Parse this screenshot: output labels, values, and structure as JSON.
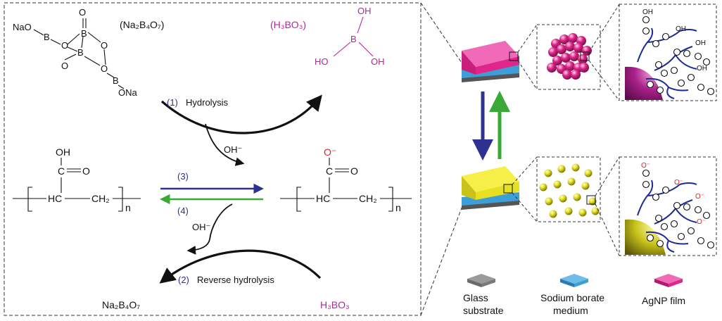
{
  "colors": {
    "black": "#111111",
    "purple": "#b0279c",
    "blue_arrow": "#2e3192",
    "green_arrow": "#3aa935",
    "red": "#e0202a",
    "polymer_blue": "#1c2a9a",
    "agnp_pink": "#e0268a",
    "yellow": "#e6e020",
    "glass": "#8a8a8a",
    "borate": "#3d9fd8"
  },
  "scheme": {
    "sodium_borate_structure": {
      "NaO_left": "NaO",
      "B": "B",
      "O": "O",
      "ONa_right": "ONa"
    },
    "na2b4o7_formula": "(Na₂B₄O₇)",
    "h3bo3_formula": "(H₃BO₃)",
    "boric_acid": {
      "OH": "OH",
      "HO": "HO",
      "B": "B"
    },
    "step1_number": "(1)",
    "step1_label": "Hydrolysis",
    "oh_label_top": "OH⁻",
    "oh_label_bottom": "OH⁻",
    "step3_number": "(3)",
    "step4_number": "(4)",
    "step2_number": "(2)",
    "step2_label": "Reverse hydrolysis",
    "product_left": "Na₂B₄O₇",
    "product_right": "H₃BO₃",
    "paa": {
      "OH": "OH",
      "C": "C",
      "O": "O",
      "HC": "HC",
      "CH2": "CH₂",
      "n": "n"
    },
    "paa_ionized": {
      "O_minus": "O⁻",
      "C": "C",
      "O": "O",
      "HC": "HC",
      "CH2": "CH₂",
      "n": "n"
    }
  },
  "device": {
    "oh_group": "OH",
    "o_minus": "O⁻"
  },
  "legend": [
    {
      "label_line1": "Glass",
      "label_line2": "substrate",
      "color": "#8a8a8a"
    },
    {
      "label_line1": "Sodium borate",
      "label_line2": "medium",
      "color": "#3d9fd8"
    },
    {
      "label_line1": "AgNP film",
      "label_line2": "",
      "color": "#e0268a"
    }
  ]
}
